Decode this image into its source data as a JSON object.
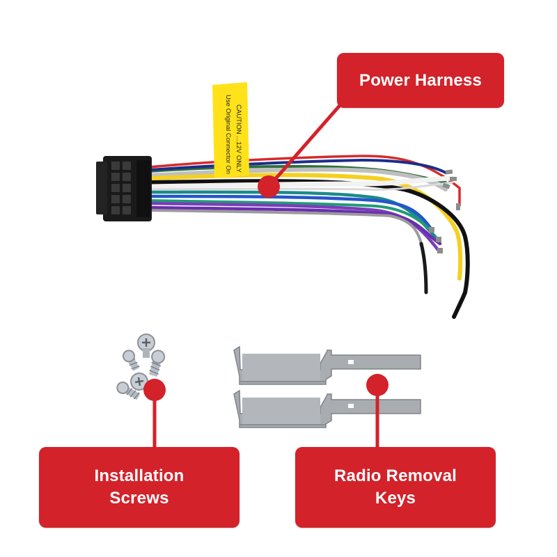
{
  "callouts": {
    "power_harness": "Power Harness",
    "installation_screws": {
      "line1": "Installation",
      "line2": "Screws"
    },
    "radio_removal_keys": {
      "line1": "Radio Removal",
      "line2": "Keys"
    }
  },
  "harness_label": {
    "line1": "CAUTION ...12V ONLY",
    "line2": "Use Original Connector On"
  },
  "colors": {
    "callout_red": "#d3222a",
    "label_yellow": "#ffe21a",
    "connector_black": "#1a1a1a",
    "metal_gray": "#a9adb2"
  }
}
